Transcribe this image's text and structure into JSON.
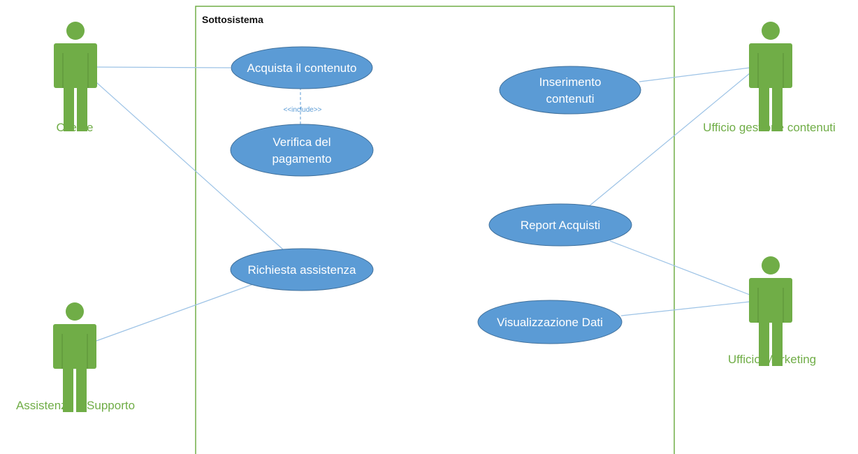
{
  "colors": {
    "actor": "#70ad47",
    "usecase_fill": "#5b9bd5",
    "usecase_text": "#ffffff",
    "line": "#9dc3e6",
    "boundary": "#70ad47",
    "include": "#5b9bd5"
  },
  "system": {
    "title": "Sottosistema"
  },
  "actors": [
    {
      "id": "cliente",
      "label": "Cliente",
      "icon": "stick-figure-icon"
    },
    {
      "id": "assistenza",
      "label": "Assistenza e Supporto",
      "icon": "stick-figure-icon"
    },
    {
      "id": "ufficio-gestione",
      "label": "Ufficio gestione contenuti",
      "icon": "stick-figure-icon"
    },
    {
      "id": "ufficio-marketing",
      "label": "Ufficio Marketing",
      "icon": "stick-figure-icon"
    }
  ],
  "usecases": [
    {
      "id": "acquista",
      "lines": [
        "Acquista il contenuto"
      ]
    },
    {
      "id": "verifica",
      "lines": [
        "Verifica del",
        "pagamento"
      ]
    },
    {
      "id": "richiesta",
      "lines": [
        "Richiesta assistenza"
      ]
    },
    {
      "id": "inserimento",
      "lines": [
        "Inserimento",
        "contenuti"
      ]
    },
    {
      "id": "report",
      "lines": [
        "Report Acquisti"
      ]
    },
    {
      "id": "visualizzazione",
      "lines": [
        "Visualizzazione Dati"
      ]
    }
  ],
  "relations": {
    "associations": [
      {
        "actor": "cliente",
        "usecase": "acquista"
      },
      {
        "actor": "cliente",
        "usecase": "richiesta"
      },
      {
        "actor": "assistenza",
        "usecase": "richiesta"
      },
      {
        "actor": "ufficio-gestione",
        "usecase": "inserimento"
      },
      {
        "actor": "ufficio-gestione",
        "usecase": "report"
      },
      {
        "actor": "ufficio-marketing",
        "usecase": "report"
      },
      {
        "actor": "ufficio-marketing",
        "usecase": "visualizzazione"
      }
    ],
    "include": {
      "from": "acquista",
      "to": "verifica",
      "label": "<<include>>"
    }
  }
}
